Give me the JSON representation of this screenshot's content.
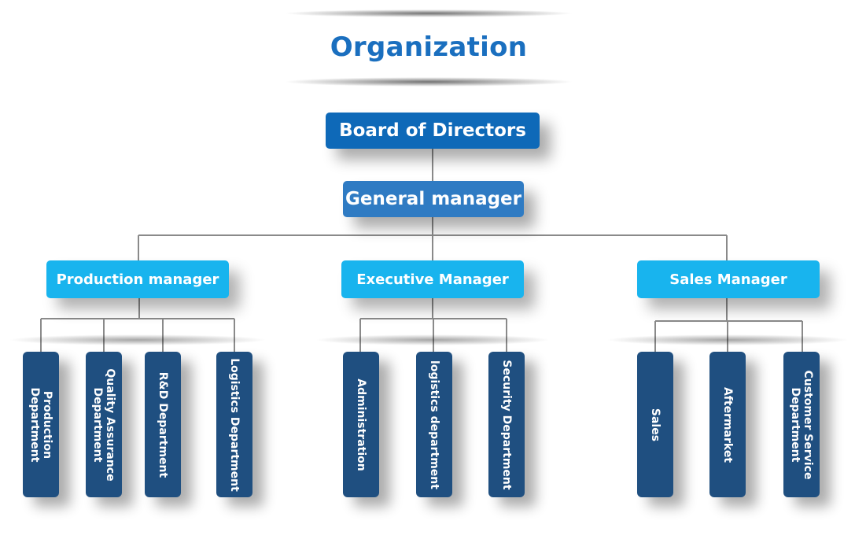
{
  "title": "Organization",
  "board": {
    "label": "Board of Directors"
  },
  "general_manager": {
    "label": "General manager"
  },
  "managers": [
    {
      "label": "Production manager",
      "departments": [
        "Production Department",
        "Quality Assurance Department",
        "R&D Department",
        "Logistics Department"
      ]
    },
    {
      "label": "Executive Manager",
      "departments": [
        "Administration",
        "logistics department",
        "Security Department"
      ]
    },
    {
      "label": "Sales Manager",
      "departments": [
        "Sales",
        "Aftermarket",
        "Customer Service Department"
      ]
    }
  ],
  "colors": {
    "title": "#1a6fbf",
    "board": "#0e69b8",
    "general_manager": "#2f7bc3",
    "manager": "#18b4ee",
    "department": "#1f4f80",
    "connector": "#8a8a8a"
  }
}
